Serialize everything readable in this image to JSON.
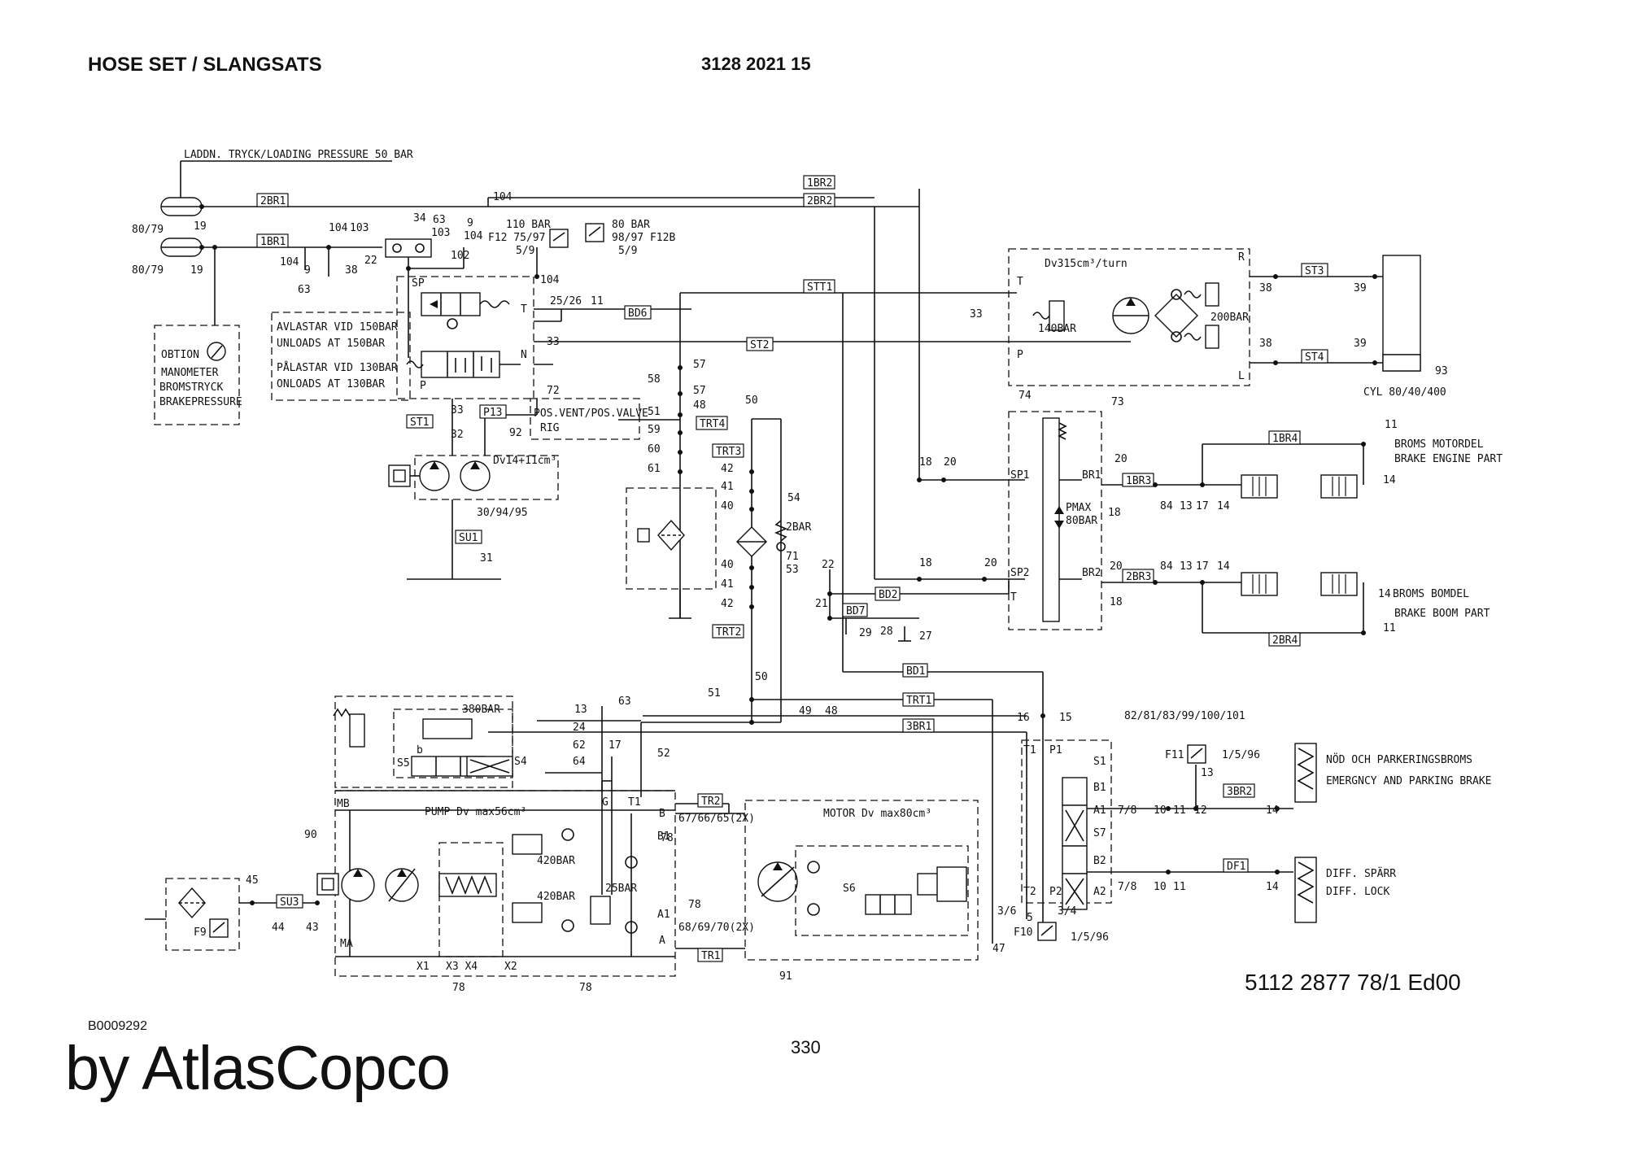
{
  "header": {
    "title": "HOSE SET / SLANGSATS",
    "doc_number": "3128 2021 15"
  },
  "footer": {
    "drawing_number": "5112 2877 78/1  Ed00",
    "image_code": "B0009292",
    "page_number": "330",
    "brand": "by AtlasCopco"
  },
  "notes": {
    "loading_pressure": "LADDN. TRYCK/LOADING PRESSURE 50 BAR",
    "option": "OBTION",
    "manometer_1": "MANOMETER",
    "manometer_2": "BROMSTRYCK",
    "manometer_3": "BRAKEPRESSURE",
    "unloads_1": "AVLASTAR VID 150BAR",
    "unloads_2": "UNLOADS AT 150BAR",
    "onloads_1": "PÅLASTAR VID 130BAR",
    "onloads_2": "ONLOADS AT 130BAR",
    "pos_valve_1": "POS.VENT/POS.VALVE",
    "pos_valve_2": "RIG",
    "pump_disp": "Dv14+11cm³",
    "motor_disp": "Dv315cm³/turn",
    "pmax": "PMAX",
    "pmax_val": "80BAR",
    "cyl": "CYL 80/40/400",
    "brake_engine_1": "BROMS MOTORDEL",
    "brake_engine_2": "BRAKE ENGINE PART",
    "brake_boom_1": "BROMS BOMDEL",
    "brake_boom_2": "BRAKE BOOM PART",
    "parking_1": "NÖD OCH PARKERINGSBROMS",
    "parking_2": "EMERGNCY AND PARKING BRAKE",
    "diff_1": "DIFF. SPÄRR",
    "diff_2": "DIFF. LOCK",
    "pump_main": "PUMP  Dv max56cm³",
    "motor_main": "MOTOR Dv max80cm³",
    "p380": "380BAR",
    "p420a": "420BAR",
    "p420b": "420BAR",
    "p25": "25BAR",
    "p2": "2BAR",
    "p200": "200BAR",
    "p140": "140BAR",
    "p110": "110 BAR",
    "p80": "80 BAR",
    "valve_ids": "82/81/83/99/100/101"
  },
  "hose_tags": [
    "2BR1",
    "1BR1",
    "1BR2",
    "2BR2",
    "STT1",
    "BD6",
    "ST2",
    "ST1",
    "P13",
    "SU1",
    "TRT4",
    "TRT3",
    "TRT2",
    "ST3",
    "ST4",
    "1BR4",
    "1BR3",
    "2BR3",
    "2BR4",
    "BD7",
    "BD2",
    "BD1",
    "TRT1",
    "3BR1",
    "TR2",
    "TR1",
    "SU3",
    "3BR2",
    "DF1"
  ],
  "numbers": {
    "n1": "80/79",
    "n2": "19",
    "n3": "80/79",
    "n4": "19",
    "n5": "104",
    "n6": "104",
    "n7": "103",
    "n8": "104",
    "n9": "9",
    "n10": "63",
    "n11": "34",
    "n12": "63",
    "n13": "9",
    "n14": "103",
    "n15": "104",
    "n16": "102",
    "n17": "22",
    "n18": "38",
    "n19": "F12 75/97",
    "n20": "5/9",
    "n21": "98/97 F12B",
    "n22": "5/9",
    "n23": "104",
    "n24": "25/26",
    "n25": "11",
    "n26": "33",
    "n27": "32",
    "n28": "33",
    "n29": "72",
    "n30": "92",
    "n31": "30/94/95",
    "n32": "31",
    "n33": "58",
    "n34": "57",
    "n35": "57",
    "n36": "48",
    "n37": "51",
    "n38": "59",
    "n39": "60",
    "n40": "61",
    "n41": "50",
    "n42": "42",
    "n43": "41",
    "n44": "40",
    "n45": "40",
    "n46": "41",
    "n47": "42",
    "n48": "54",
    "n49": "71",
    "n50": "53",
    "n51": "22",
    "n52": "21",
    "n53": "29",
    "n54": "28",
    "n55": "27",
    "n56": "18",
    "n57": "20",
    "n58": "18",
    "n59": "20",
    "n60": "33",
    "n61": "38",
    "n62": "39",
    "n63": "38",
    "n64": "39",
    "n65": "93",
    "n66": "74",
    "n67": "73",
    "n68": "20",
    "n69": "18",
    "n70": "20",
    "n71": "18",
    "n72": "84",
    "n73": "13",
    "n74": "17",
    "n75": "14",
    "n76": "84",
    "n77": "13",
    "n78": "17",
    "n79": "14",
    "n80": "11",
    "n81": "14",
    "n82": "14",
    "n83": "11",
    "n84": "51",
    "n85": "50",
    "n86": "49",
    "n87": "48",
    "n88": "13",
    "n89": "63",
    "n90": "24",
    "n91": "17",
    "n92": "62",
    "n93": "64",
    "n94": "52",
    "n95": "16",
    "n96": "15",
    "n97": "78",
    "n98": "67/66/65(2X)",
    "n99": "78",
    "n100": "68/69/70(2X)",
    "n101": "47",
    "n102": "91",
    "n103": "90",
    "n104": "45",
    "n105": "44",
    "n106": "43",
    "n107": "78",
    "n108": "78",
    "n109": "F11",
    "n110": "1/5/96",
    "n111": "13",
    "n112": "7/8",
    "n113": "10",
    "n114": "11",
    "n115": "12",
    "n116": "14",
    "n117": "7/8",
    "n118": "10",
    "n119": "11",
    "n120": "14",
    "n121": "3/6",
    "n122": "5",
    "n123": "3/4",
    "n124": "F10",
    "n125": "1/5/96",
    "n126": "F9"
  },
  "ports": {
    "sp": "SP",
    "t1": "T",
    "n": "N",
    "p": "P",
    "sp1": "SP1",
    "sp2": "SP2",
    "t2": "T",
    "br1": "BR1",
    "br2": "BR2",
    "mb": "MB",
    "ma": "MA",
    "g": "G",
    "t3": "T1",
    "b": "B",
    "b1": "B1",
    "a1": "A1",
    "a": "A",
    "x1": "X1",
    "x34": "X3 X4",
    "x2": "X2",
    "s4": "S4",
    "s5": "S5",
    "s6": "S6",
    "t4": "T1",
    "p1": "P1",
    "s1": "S1",
    "b1r": "B1",
    "a1r": "A1",
    "s7": "S7",
    "b2": "B2",
    "t5": "T2",
    "p2": "P2",
    "a2": "A2",
    "r": "R",
    "l": "L",
    "p3": "P",
    "t6": "T",
    "b_small": "b"
  }
}
